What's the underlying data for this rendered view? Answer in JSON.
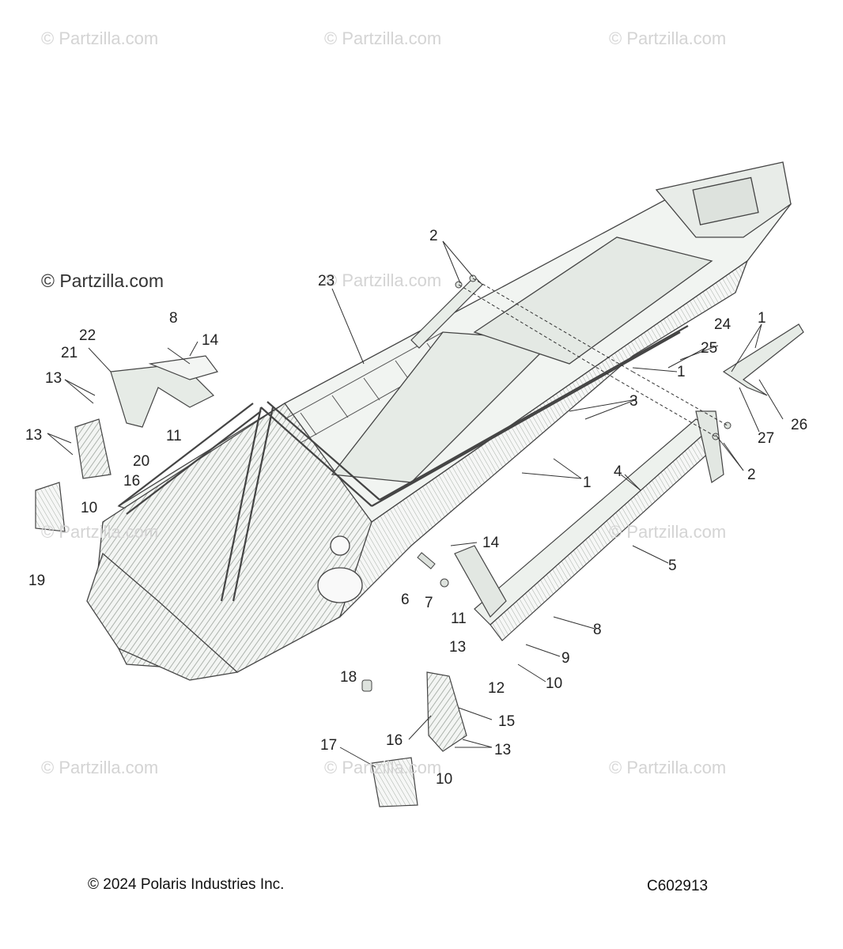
{
  "watermark": {
    "text": "© Partzilla.com"
  },
  "callouts": {
    "c1a": "1",
    "c1b": "1",
    "c1c": "1",
    "c2a": "2",
    "c2b": "2",
    "c3": "3",
    "c4": "4",
    "c5": "5",
    "c6": "6",
    "c7": "7",
    "c8a": "8",
    "c8b": "8",
    "c9": "9",
    "c10a": "10",
    "c10b": "10",
    "c10c": "10",
    "c11a": "11",
    "c11b": "11",
    "c12": "12",
    "c13a": "13",
    "c13b": "13",
    "c13c": "13",
    "c13d": "13",
    "c14a": "14",
    "c14b": "14",
    "c15": "15",
    "c16a": "16",
    "c16b": "16",
    "c17": "17",
    "c18": "18",
    "c19": "19",
    "c20": "20",
    "c21": "21",
    "c22": "22",
    "c23": "23",
    "c24": "24",
    "c25": "25",
    "c26": "26",
    "c27": "27"
  },
  "footer": {
    "copyright": "© 2024 Polaris Industries Inc.",
    "diagram_code": "C602913"
  },
  "colors": {
    "line": "#444444",
    "fill": "#eef2ee",
    "hatch": "#9aa39a"
  }
}
